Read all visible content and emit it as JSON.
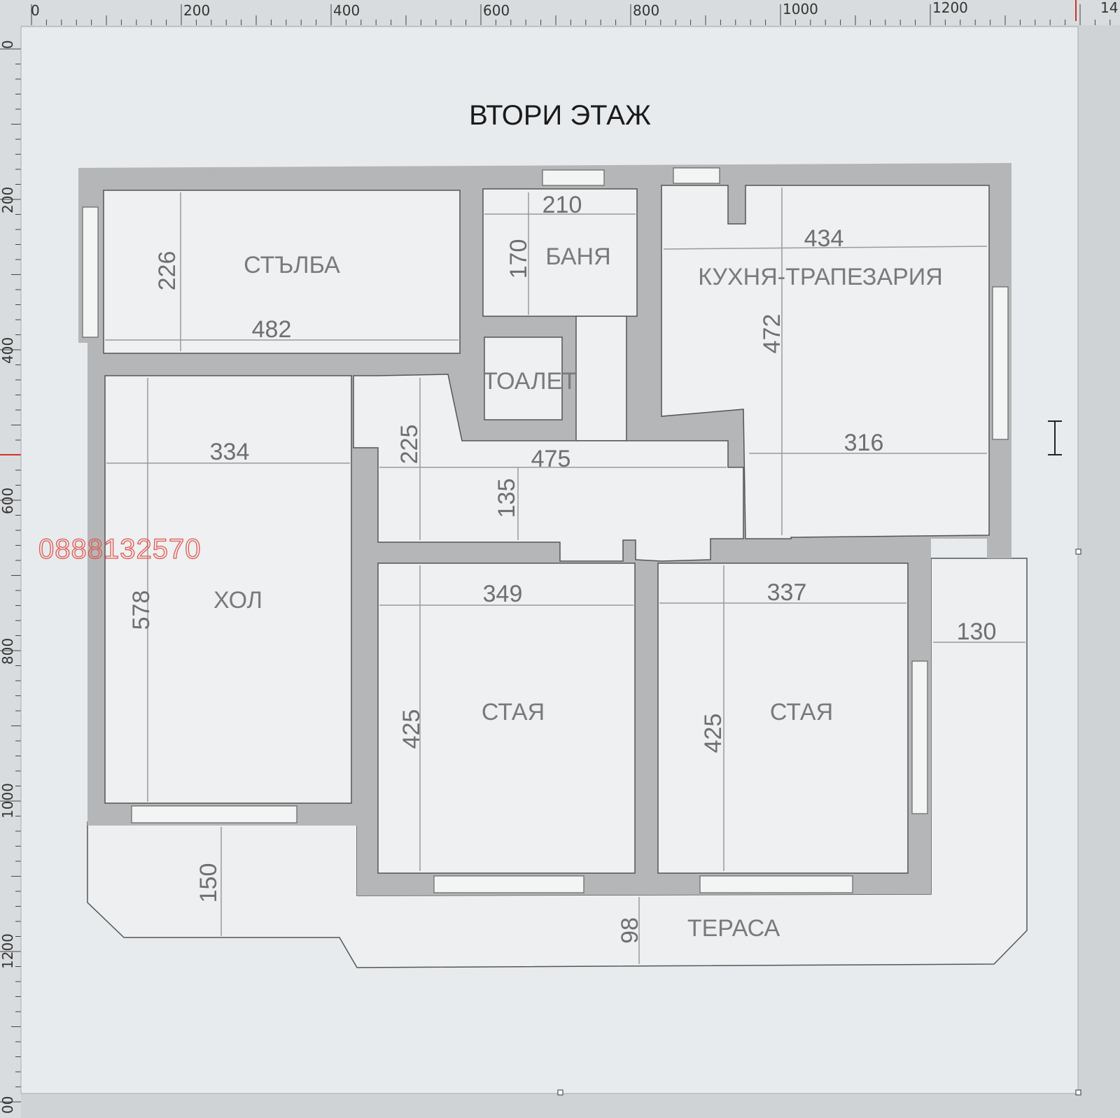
{
  "title": "ВТОРИ ЭТАЖ",
  "watermark": "0888132570",
  "colors": {
    "wall": "#b4b6b7",
    "room": "#eef0f1",
    "page": "#e8ebed",
    "watermark": "#e0564f",
    "ruler_marker": "#d0302a"
  },
  "ruler": {
    "top_labels": [
      "0",
      "200",
      "400",
      "600",
      "800",
      "1000",
      "1200",
      "14"
    ],
    "left_labels": [
      "0",
      "200",
      "400",
      "600",
      "800",
      "1000",
      "1200",
      "00"
    ]
  },
  "rooms": {
    "stairs": "СТЪЛБА",
    "bath": "БАНЯ",
    "kitchen": "КУХНЯ-ТРАПЕЗАРИЯ",
    "toilet": "ТОАЛЕТ",
    "living": "ХОЛ",
    "room1": "СТАЯ",
    "room2": "СТАЯ",
    "terrace": "ТЕРАСА"
  },
  "dimensions": {
    "bath_w": "210",
    "bath_h": "170",
    "kitchen_w": "434",
    "kitchen_h": "472",
    "kitchen_lower_w": "316",
    "stairs_h": "226",
    "stairs_w": "482",
    "living_w": "334",
    "living_h": "578",
    "corridor_h": "225",
    "corridor_w": "475",
    "corridor_h2": "135",
    "room1_w": "349",
    "room1_h": "425",
    "room2_w": "337",
    "room2_h": "425",
    "terrace_side_w": "130",
    "terrace_left_h": "150",
    "terrace_front_h": "98"
  }
}
